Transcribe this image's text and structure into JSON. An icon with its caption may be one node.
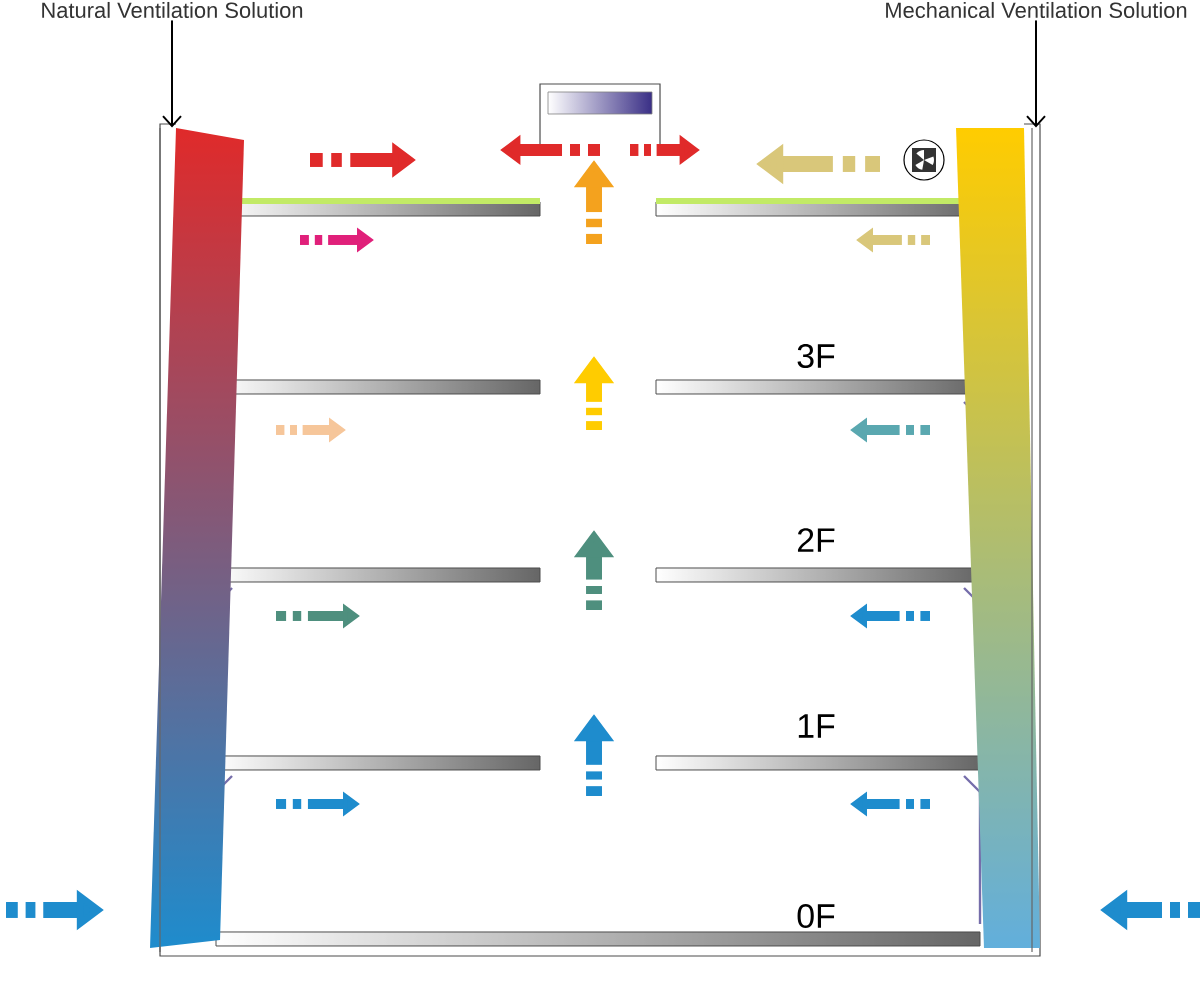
{
  "diagram": {
    "nodes": [
      {
        "text": [
          "Natural Ventilation Solution"
        ]
      },
      {
        "text": [],
        "shape": "box"
      },
      {
        "text": [
          "Mechanical Ventilation Solution"
        ]
      },
      {
        "text": [],
        "shape": "box"
      }
    ],
    "edges": [
      {
        "from": 0,
        "to": 1,
        "arrow": "to"
      },
      {
        "from": 2,
        "to": 3,
        "arrow": "to"
      }
    ],
    "labels": [
      "3F",
      "2F",
      "1F",
      "0F"
    ]
  }
}
